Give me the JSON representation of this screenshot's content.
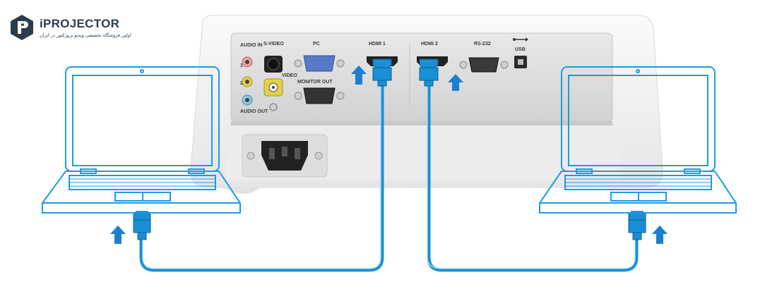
{
  "brand": {
    "name": "iPROJECTOR",
    "tagline": "اولین فروشگاه تخصصی ویدیو پروژکتور در ایران"
  },
  "ports": {
    "audio_in": "AUDIO IN",
    "audio_in_1": "1",
    "audio_in_2": "2",
    "audio_out": "AUDIO OUT",
    "s_video": "S-VIDEO",
    "video": "VIDEO",
    "pc": "PC",
    "monitor_out": "MONITOR OUT",
    "hdmi1": "HDMI 1",
    "hdmi2": "HDMI 2",
    "rs232": "RS-232",
    "usb": "USB"
  },
  "colors": {
    "cable": "#1a8fd6",
    "outline": "#1a9be8",
    "arrow": "#1b7fd0",
    "projector_body": "#f2f2f2",
    "panel": "#dcdcdc"
  },
  "icons": [
    "laptop-icon",
    "hdmi-plug-icon",
    "up-arrow-icon",
    "usb-icon",
    "power-socket-icon"
  ]
}
